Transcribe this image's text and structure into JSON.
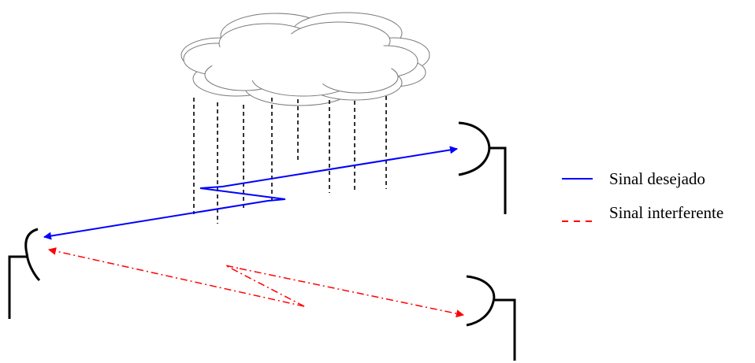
{
  "legend": {
    "items": [
      {
        "label": "Sinal desejado",
        "color": "#0000ff",
        "style": "solid"
      },
      {
        "label": "Sinal interferente",
        "color": "#ff0000",
        "style": "dashed"
      }
    ]
  },
  "colors": {
    "desired_signal": "#0000ff",
    "interfering_signal": "#ff0000",
    "antenna": "#000000",
    "rain": "#000000",
    "cloud_outline": "#7a7a7a"
  },
  "elements": {
    "cloud": "rain-cloud",
    "antennas": [
      "antenna-top-right",
      "antenna-left",
      "antenna-bottom-right"
    ]
  }
}
